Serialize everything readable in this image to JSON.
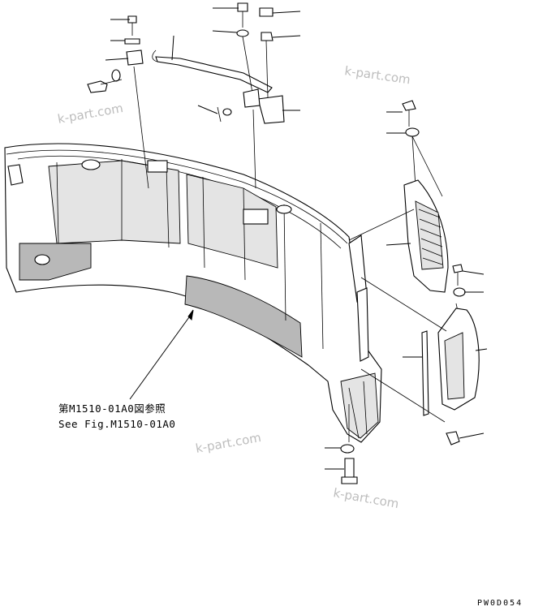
{
  "reference": {
    "line1": "第M1510-01A0図参照",
    "line2": "See Fig.M1510-01A0"
  },
  "watermark": "k-part.com",
  "drawing_code": "PW0D054"
}
